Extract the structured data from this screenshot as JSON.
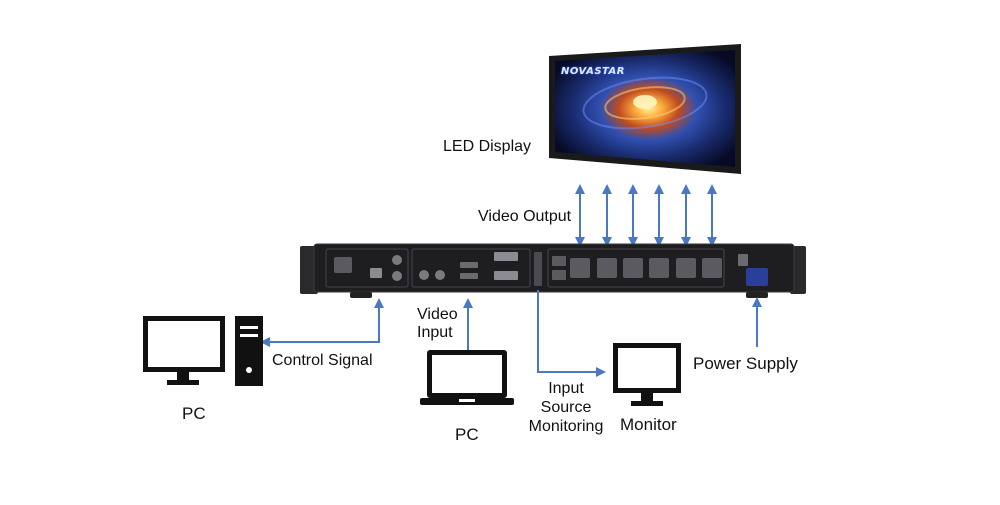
{
  "labels": {
    "led_display": "LED Display",
    "video_output": "Video Output",
    "control_signal": "Control Signal",
    "video_input": "Video\nInput",
    "power_supply": "Power Supply",
    "input_monitoring": "Input\nSource\nMonitoring",
    "pc_desktop": "PC",
    "pc_laptop": "PC",
    "monitor": "Monitor"
  },
  "display_brand": "NOVASTAR",
  "colors": {
    "arrow": "#4a78c2",
    "device_body": "#1e1e20",
    "device_port": "#5a5a60",
    "screen_frame": "#1a1a1a",
    "power_socket": "#2a3f9a"
  }
}
